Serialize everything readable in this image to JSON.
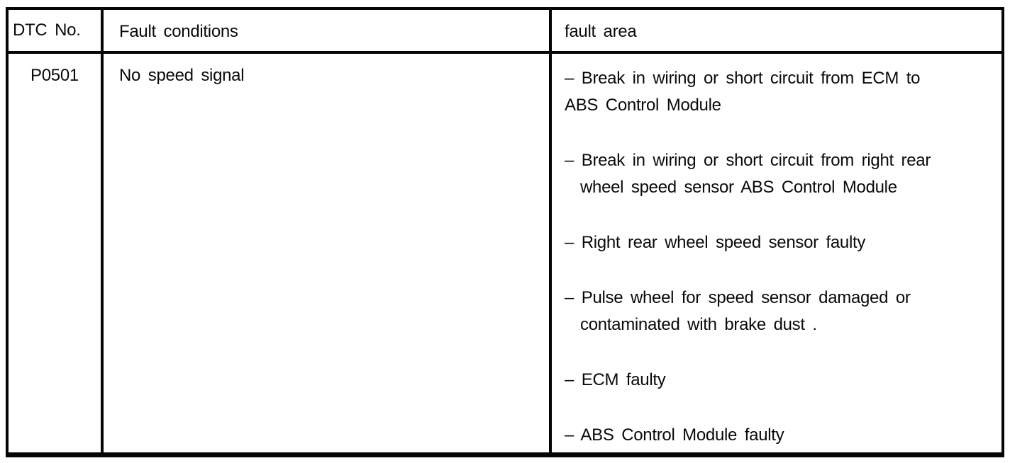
{
  "table": {
    "headers": [
      "DTC No.",
      "Fault conditions",
      "fault area"
    ],
    "row": {
      "dtc_no": "P0501",
      "fault_conditions": "No speed signal",
      "fault_areas": [
        {
          "lines": [
            "– Break in wiring or short circuit from ECM to",
            "ABS Control Module"
          ]
        },
        {
          "lines": [
            "– Break in wiring or short circuit from right rear",
            "wheel speed sensor ABS Control Module"
          ]
        },
        {
          "lines": [
            "– Right rear wheel speed sensor faulty"
          ]
        },
        {
          "lines": [
            "– Pulse wheel for speed sensor damaged or",
            "contaminated with brake dust ."
          ]
        },
        {
          "lines": [
            "– ECM faulty"
          ]
        },
        {
          "lines": [
            "– ABS Control Module faulty"
          ]
        }
      ]
    }
  }
}
